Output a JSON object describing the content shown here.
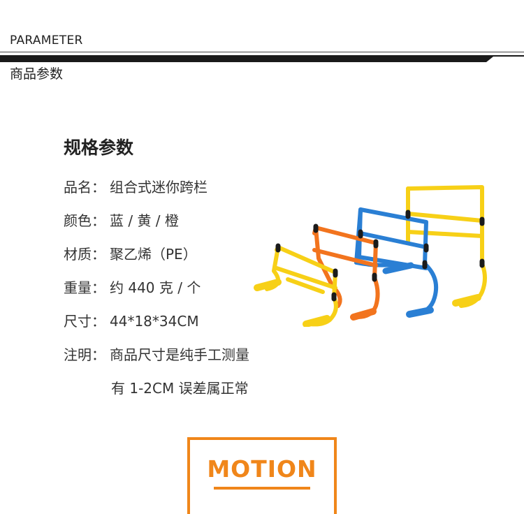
{
  "header": {
    "title_en": "PARAMETER",
    "title_cn": "商品参数"
  },
  "spec": {
    "heading": "规格参数",
    "rows": [
      {
        "label": "品名：",
        "value": "组合式迷你跨栏"
      },
      {
        "label": "颜色：",
        "value": "蓝 / 黄 / 橙"
      },
      {
        "label": "材质：",
        "value": "聚乙烯（PE）"
      },
      {
        "label": "重量：",
        "value": "约 440 克 / 个"
      },
      {
        "label": "尺寸：",
        "value": "44*18*34CM"
      },
      {
        "label": "注明：",
        "value": "商品尺寸是纯手工测量"
      }
    ],
    "note_line2": "有 1-2CM 误差属正常"
  },
  "footer": {
    "motion_label": "MOTION"
  },
  "colors": {
    "accent_orange": "#f0861a",
    "hurdle_yellow": "#f7d017",
    "hurdle_orange": "#f2741e",
    "hurdle_blue": "#2a7fd4"
  },
  "icons": {
    "product": "mini-hurdles-image"
  }
}
